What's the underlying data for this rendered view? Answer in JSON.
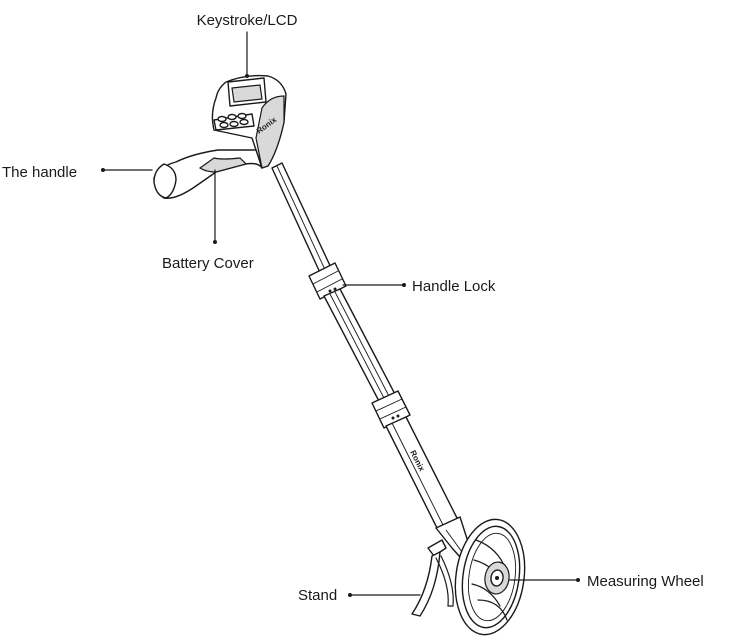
{
  "labels": {
    "keystroke_lcd": "Keystroke/LCD",
    "the_handle": "The handle",
    "battery_cover": "Battery Cover",
    "handle_lock": "Handle Lock",
    "stand": "Stand",
    "measuring_wheel": "Measuring Wheel"
  },
  "brand": {
    "head": "Ronix",
    "shaft": "Ronix"
  }
}
